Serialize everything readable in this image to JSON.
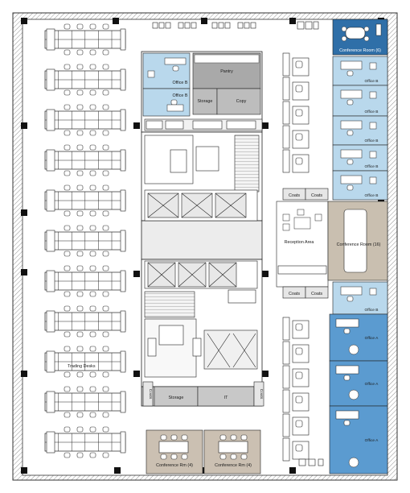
{
  "floor_plan": {
    "labels": {
      "pantry": "Pantry",
      "storage_top": "Storage",
      "copy": "Copy",
      "office_b_left_1": "Office B",
      "office_b_left_2": "Office B",
      "conference_room_6": "Conference Room (6)",
      "office_b_right_1": "Office B",
      "office_b_right_2": "Office B",
      "office_b_right_3": "Office B",
      "office_b_right_4": "Office B",
      "office_b_right_5": "Office B",
      "office_b_right_6": "Office B",
      "coats_top_1": "Coats",
      "coats_top_2": "Coats",
      "reception_area": "Reception Area",
      "conference_room_16": "Conference Room (16)",
      "coats_bottom_1": "Coats",
      "coats_bottom_2": "Coats",
      "office_a_1": "Office A",
      "office_a_2": "Office A",
      "office_a_3": "Office A",
      "trading_desks": "Trading Desks",
      "storage_bottom": "Storage",
      "it": "IT",
      "coats_left": "Coats",
      "coats_right": "Coats",
      "conference_rm_4_left": "Conference Rm (4)",
      "conference_rm_4_right": "Conference Rm (4)"
    },
    "colors": {
      "office_b": "#b9d8ec",
      "office_a": "#5b9bd0",
      "conference_room_6": "#2f6fa8",
      "conference_room_16": "#c9bfb0",
      "conference_rm_4": "#cbc0b2",
      "pantry": "#a9a9a9",
      "core": "#d0d0d0"
    }
  }
}
